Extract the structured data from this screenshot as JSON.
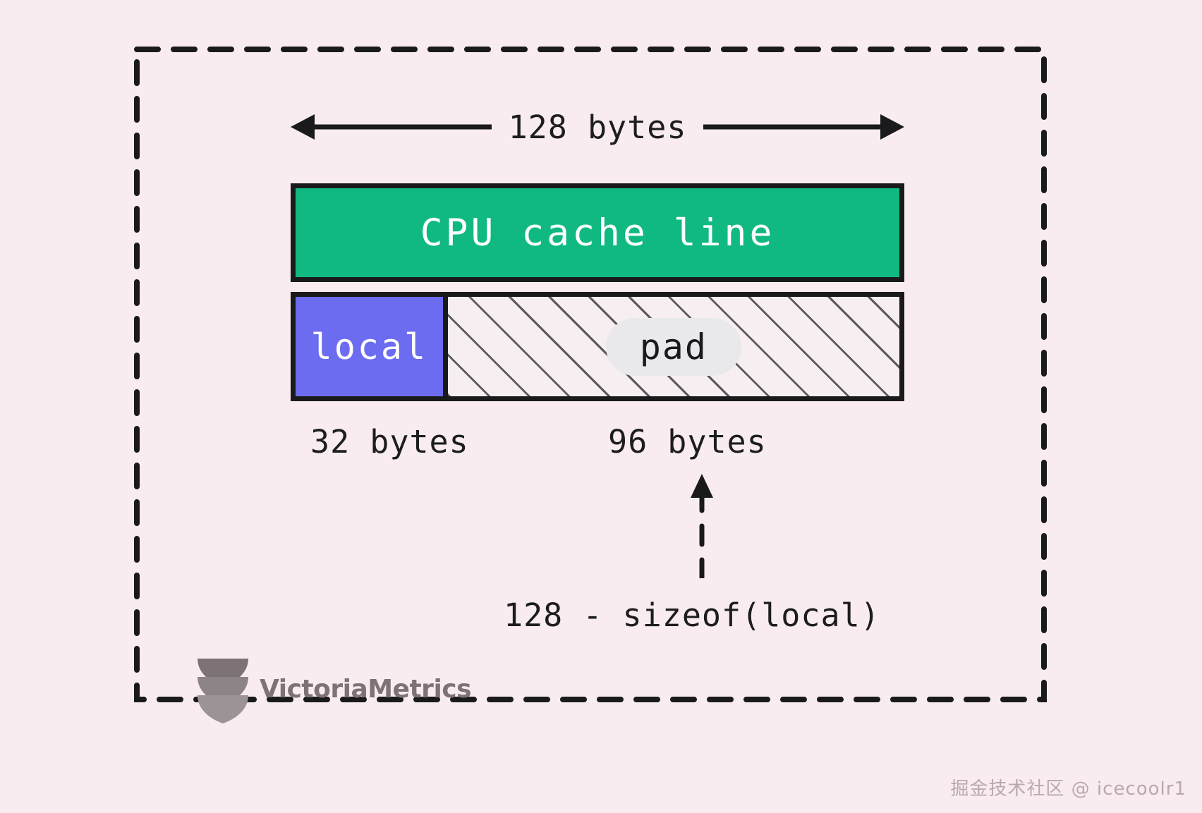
{
  "diagram": {
    "title_dimension": "128 bytes",
    "cache_line_label": "CPU cache line",
    "local_label": "local",
    "pad_label": "pad",
    "local_size": "32 bytes",
    "pad_size": "96 bytes",
    "formula": "128 - sizeof(local)",
    "colors": {
      "background": "#f8ecf0",
      "cache_line": "#10b981",
      "local": "#6c6cf0",
      "pad_hatch": "#5a5a5e",
      "stroke": "#1a1a1c",
      "text": "#1d1d1f"
    }
  },
  "brand": {
    "name": "VictoriaMetrics",
    "logo_icon": "stacked-chevron-shield-icon"
  },
  "watermark": {
    "text": "掘金技术社区 @ icecoolr1"
  }
}
